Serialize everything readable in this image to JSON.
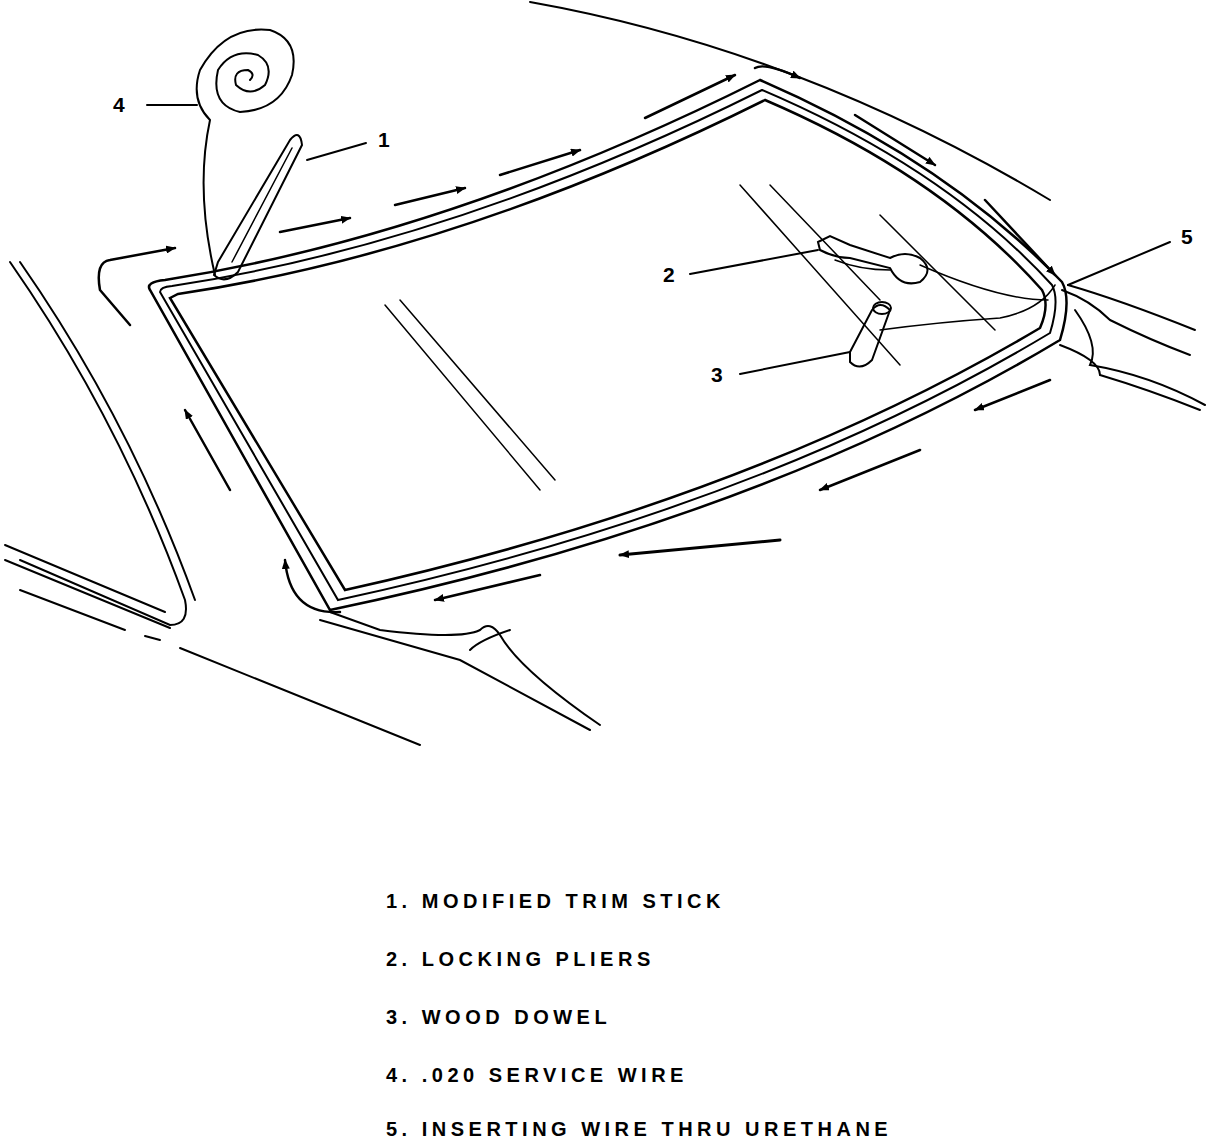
{
  "diagram": {
    "labels": [
      "4",
      "1",
      "5",
      "2",
      "3",
      "1. MODIFIED TRIM STICK",
      "2. LOCKING PLIERS",
      "3. WOOD DOWEL",
      "4. .020 SERVICE WIRE",
      "5. INSERTING WIRE THRU URETHANE"
    ]
  }
}
